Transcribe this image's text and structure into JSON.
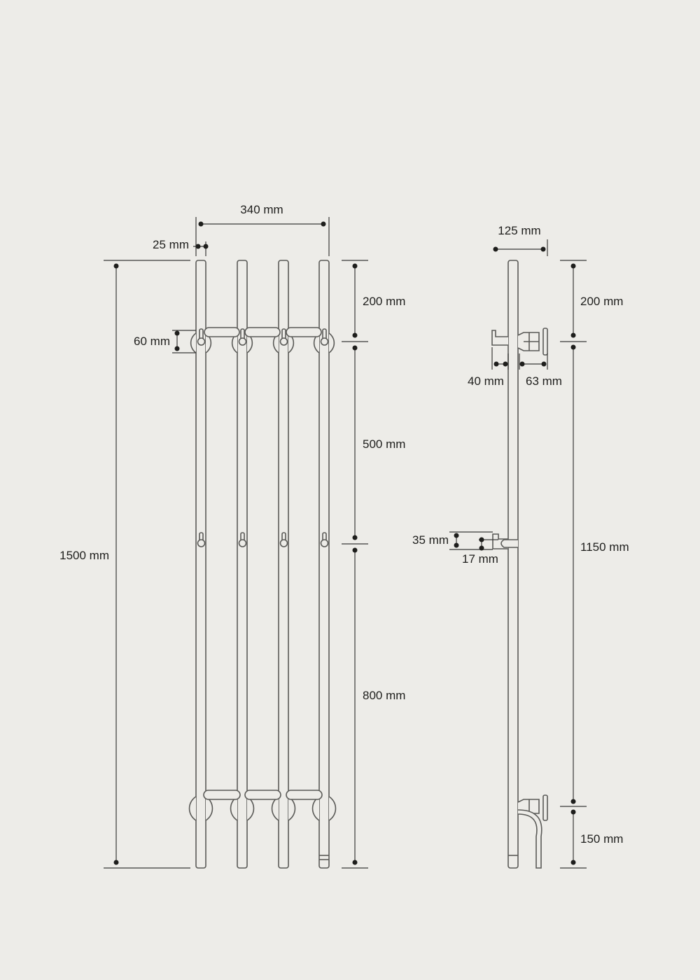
{
  "colors": {
    "background": "#edece8",
    "line": "#3a3a38",
    "part": "#5a5a57",
    "text": "#1e1e1c"
  },
  "front_view": {
    "width_label": "340 mm",
    "tube_label": "25 mm",
    "total_height_label": "1500 mm",
    "bracket_label": "60 mm",
    "top_segment_label": "200 mm",
    "middle_segment_label": "500 mm",
    "bottom_segment_label": "800 mm"
  },
  "side_view": {
    "depth_label": "125 mm",
    "top_segment_label": "200 mm",
    "middle_segment_label": "1150 mm",
    "bottom_segment_label": "150 mm",
    "hook_label": "40 mm",
    "bracket_depth_label": "63 mm",
    "small_hook_height_label": "35 mm",
    "small_hook_depth_label": "17 mm"
  }
}
